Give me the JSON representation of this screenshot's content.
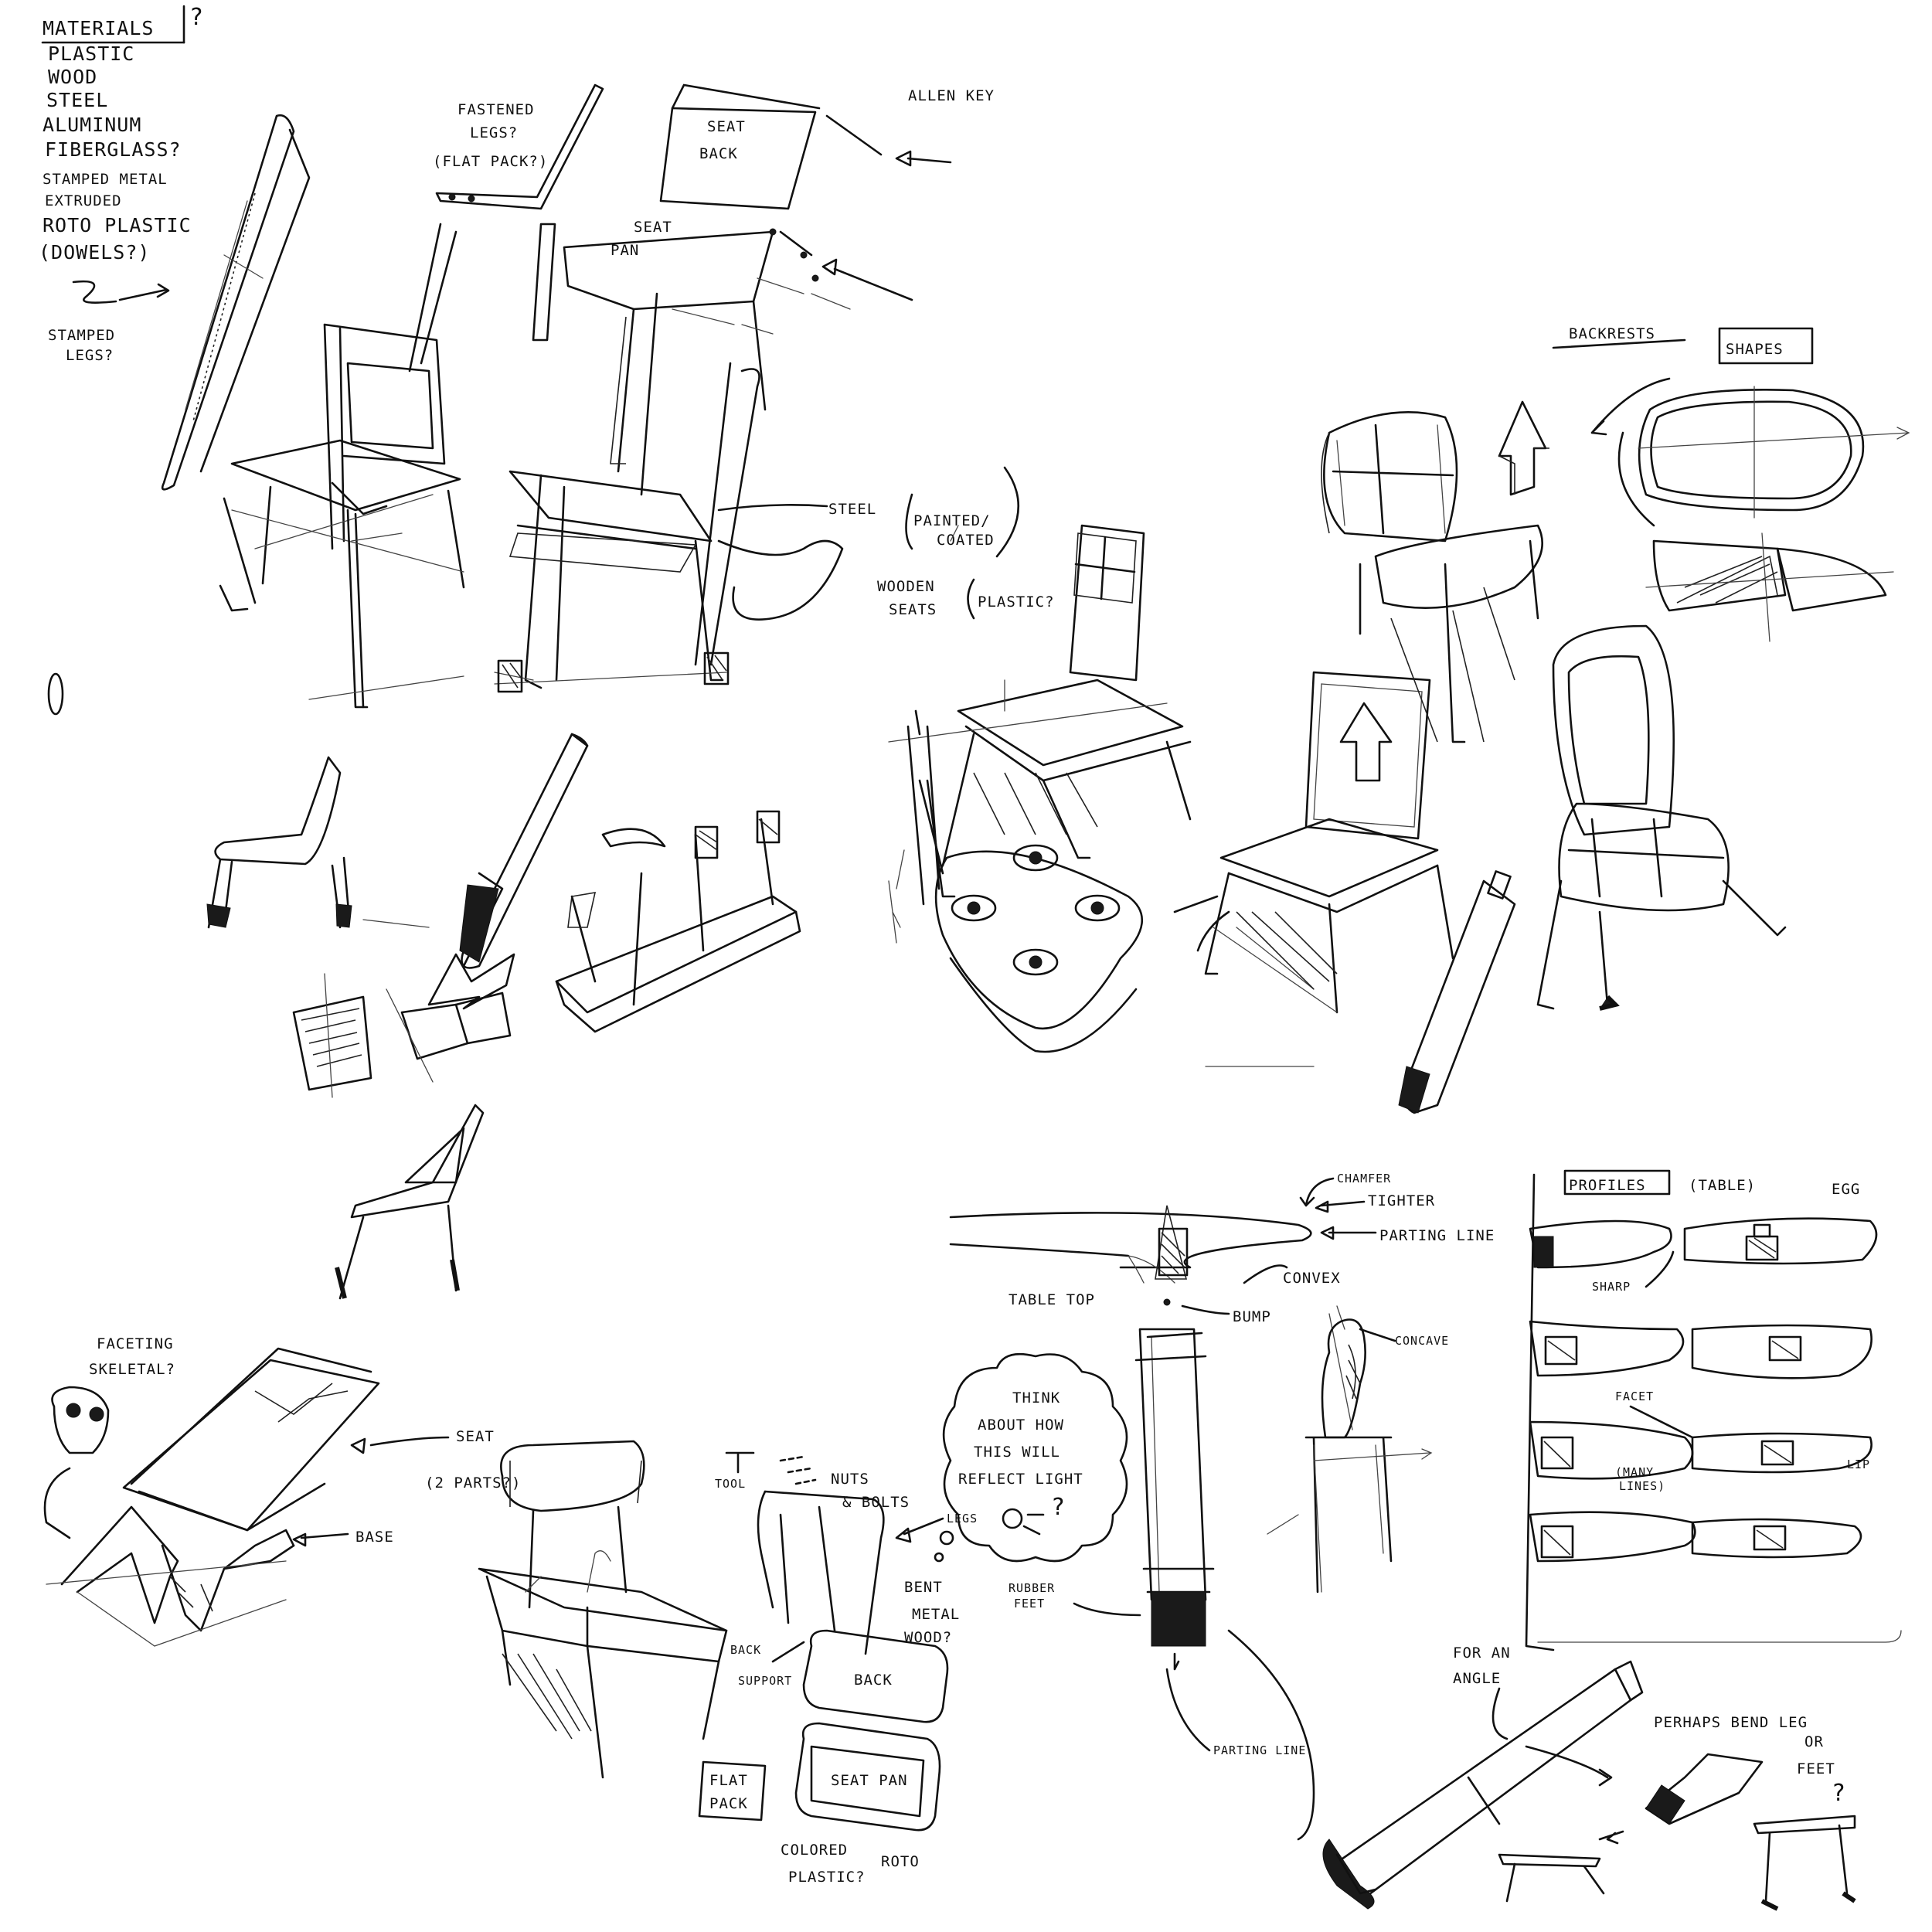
{
  "materials": {
    "heading": "MATERIALS",
    "heading_mark": "?",
    "items": [
      "PLASTIC",
      "WOOD",
      "STEEL",
      "ALUMINUM",
      "FIBERGLASS?",
      "STAMPED METAL",
      "EXTRUDED",
      "ROTO PLASTIC",
      "(DOWELS?)"
    ],
    "stamped_legs": [
      "STAMPED",
      "LEGS?"
    ]
  },
  "top": {
    "fastened_legs": [
      "FASTENED",
      "LEGS?",
      "(FLAT PACK?)"
    ],
    "seat_back": [
      "SEAT",
      "BACK"
    ],
    "seat_pan": [
      "SEAT",
      "PAN"
    ],
    "allen_key": "ALLEN KEY",
    "steel": "STEEL",
    "painted_coated": [
      "PAINTED/",
      "COATED"
    ],
    "wooden_seats": [
      "WOODEN",
      "SEATS"
    ],
    "plastic": "PLASTIC?"
  },
  "backrests": {
    "heading": "BACKRESTS",
    "shapes": "SHAPES"
  },
  "table": {
    "chamfer": "CHAMFER",
    "tighter": "TIGHTER",
    "parting_line": "PARTING LINE",
    "convex": "CONVEX",
    "table_top": "TABLE TOP",
    "bump": "BUMP",
    "concave": "CONCAVE",
    "rubber_feet": [
      "RUBBER",
      "FEET"
    ],
    "parting_line_bottom": "PARTING LINE"
  },
  "profiles": {
    "heading": "PROFILES",
    "table": "(TABLE)",
    "egg": "EGG",
    "sharp": "SHARP",
    "facet": "FACET",
    "many_lines": [
      "(MANY",
      "LINES)"
    ],
    "lip": "LIP"
  },
  "faceting": {
    "title": [
      "FACETING",
      "SKELETAL?"
    ],
    "seat": "SEAT",
    "two_parts": "(2 PARTS?)",
    "base": "BASE"
  },
  "assembly": {
    "tool": "TOOL",
    "nuts_bolts": [
      "NUTS",
      "& BOLTS"
    ],
    "legs": "LEGS",
    "bent_metal": [
      "BENT",
      "METAL"
    ],
    "back_support": [
      "BACK",
      "SUPPORT"
    ],
    "back": "BACK",
    "wood": "WOOD?",
    "seat_pan": "SEAT PAN",
    "flat_pack": [
      "FLAT",
      "PACK"
    ],
    "colored_plastic": [
      "COLORED",
      "PLASTIC?"
    ],
    "roto": "ROTO"
  },
  "thought": {
    "lines": [
      "THINK",
      "ABOUT HOW",
      "THIS WILL",
      "REFLECT LIGHT"
    ],
    "mark": "?"
  },
  "leg_notes": {
    "for_an_angle": [
      "FOR AN",
      "ANGLE"
    ],
    "perhaps": [
      "PERHAPS BEND LEG",
      "OR",
      "FEET"
    ],
    "mark": "?"
  }
}
